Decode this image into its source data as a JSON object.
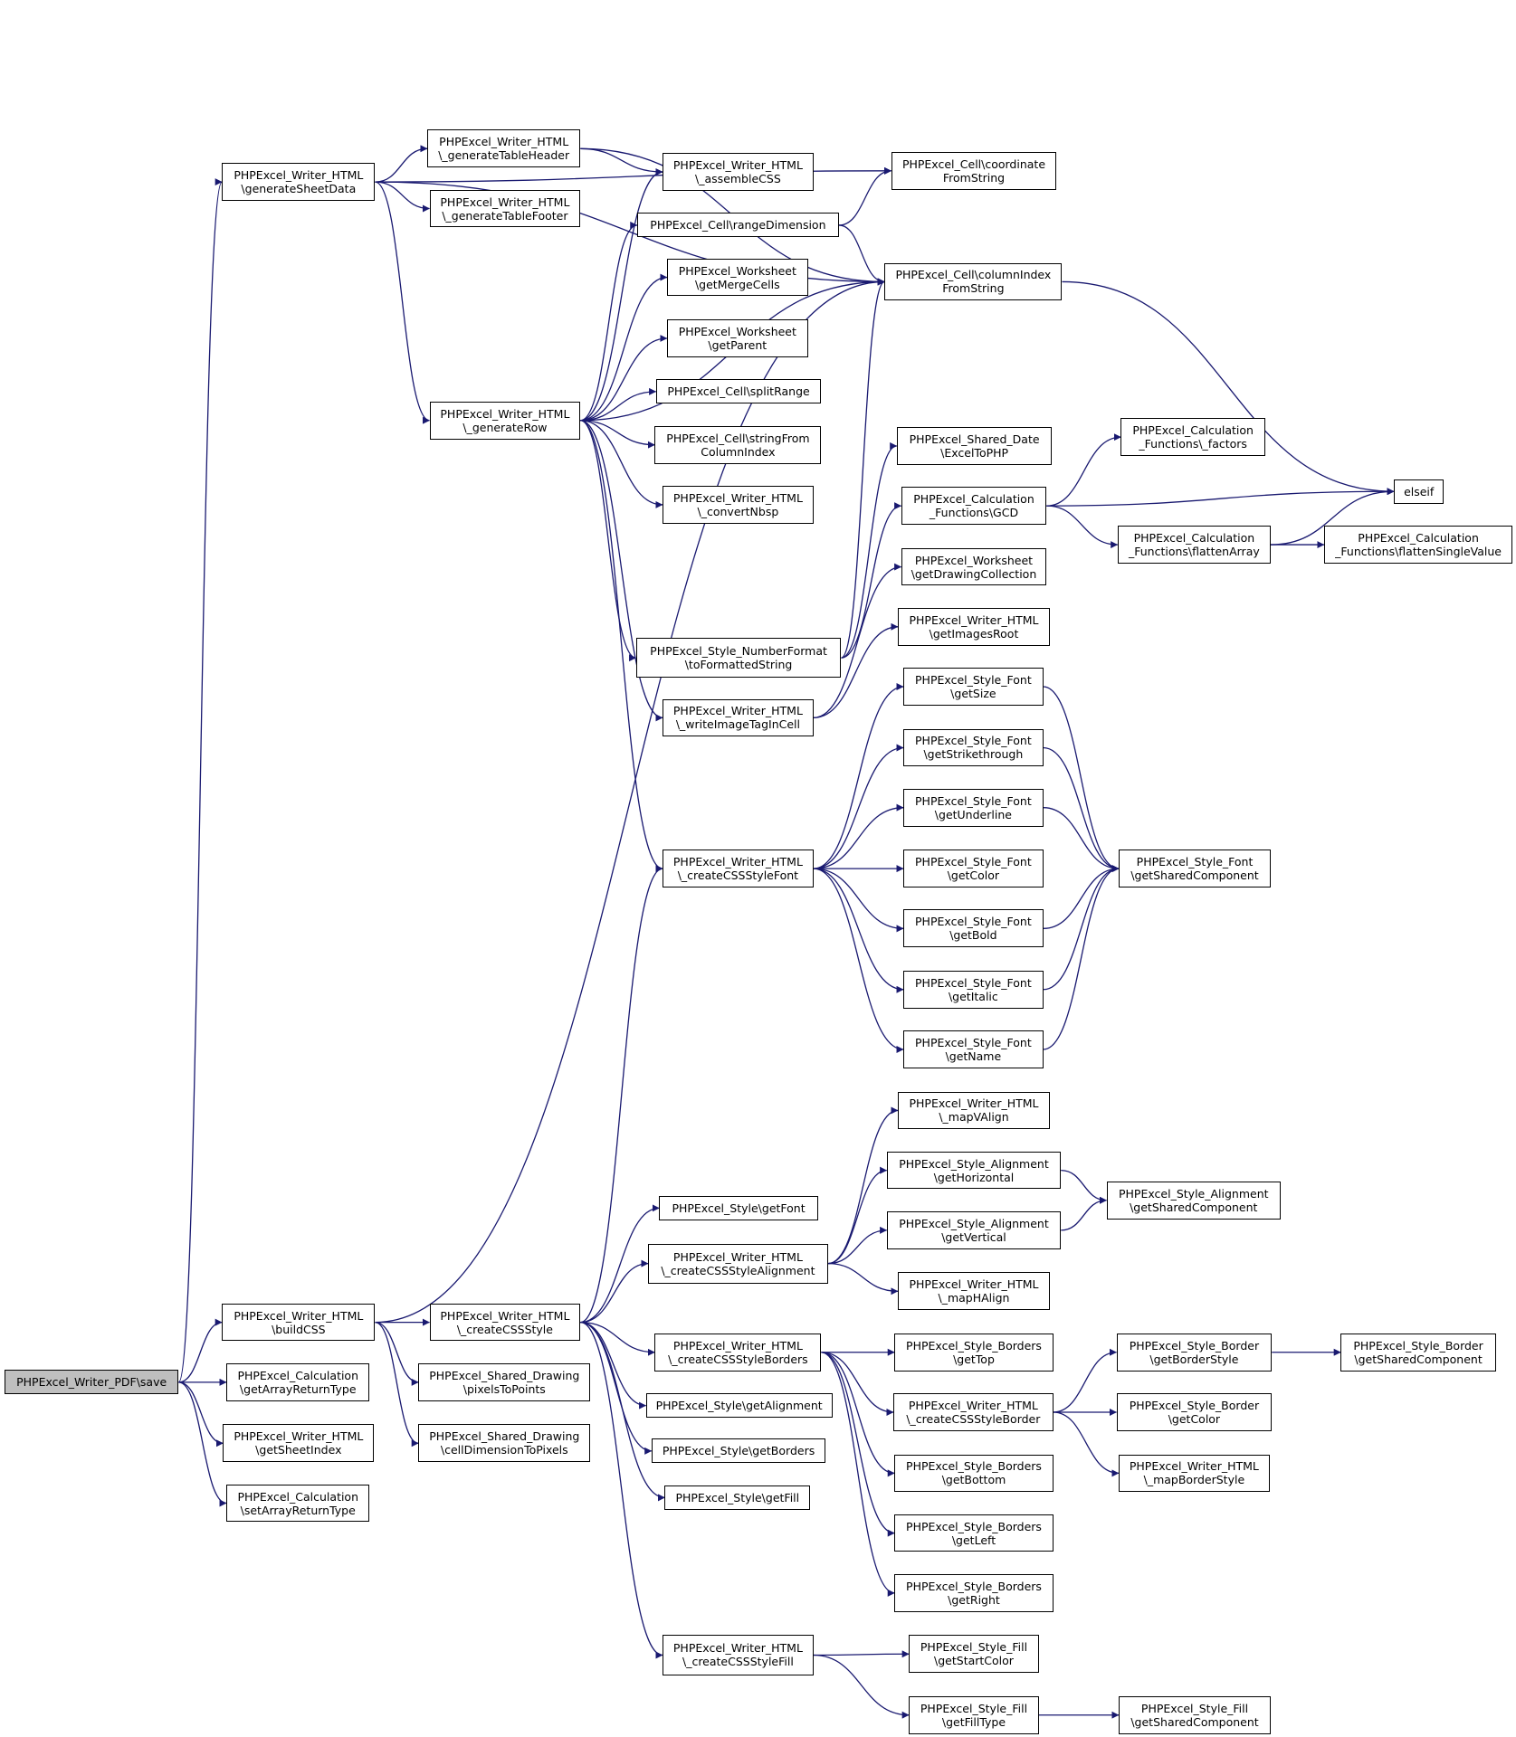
{
  "colors": {
    "edge": "#191970",
    "root_fill": "#bfbfbf",
    "node_border": "#000000"
  },
  "nodes": {
    "save": {
      "lines": [
        "PHPExcel_Writer_PDF\\save"
      ]
    },
    "generateSheetData": {
      "lines": [
        "PHPExcel_Writer_HTML",
        "\\generateSheetData"
      ]
    },
    "generateTableHeader": {
      "lines": [
        "PHPExcel_Writer_HTML",
        "\\_generateTableHeader"
      ]
    },
    "generateTableFooter": {
      "lines": [
        "PHPExcel_Writer_HTML",
        "\\_generateTableFooter"
      ]
    },
    "assembleCSS": {
      "lines": [
        "PHPExcel_Writer_HTML",
        "\\_assembleCSS"
      ]
    },
    "coordinateFromString": {
      "lines": [
        "PHPExcel_Cell\\coordinate",
        "FromString"
      ]
    },
    "rangeDimension": {
      "lines": [
        "PHPExcel_Cell\\rangeDimension"
      ]
    },
    "columnIndexFromString": {
      "lines": [
        "PHPExcel_Cell\\columnIndex",
        "FromString"
      ]
    },
    "getMergeCells": {
      "lines": [
        "PHPExcel_Worksheet",
        "\\getMergeCells"
      ]
    },
    "getParent": {
      "lines": [
        "PHPExcel_Worksheet",
        "\\getParent"
      ]
    },
    "generateRow": {
      "lines": [
        "PHPExcel_Writer_HTML",
        "\\_generateRow"
      ]
    },
    "splitRange": {
      "lines": [
        "PHPExcel_Cell\\splitRange"
      ]
    },
    "stringFromColumnIndex": {
      "lines": [
        "PHPExcel_Cell\\stringFrom",
        "ColumnIndex"
      ]
    },
    "convertNbsp": {
      "lines": [
        "PHPExcel_Writer_HTML",
        "\\_convertNbsp"
      ]
    },
    "excelToPHP": {
      "lines": [
        "PHPExcel_Shared_Date",
        "\\ExcelToPHP"
      ]
    },
    "factors": {
      "lines": [
        "PHPExcel_Calculation",
        "_Functions\\_factors"
      ]
    },
    "GCD": {
      "lines": [
        "PHPExcel_Calculation",
        "_Functions\\GCD"
      ]
    },
    "elseif": {
      "lines": [
        "elseif"
      ]
    },
    "flattenArray": {
      "lines": [
        "PHPExcel_Calculation",
        "_Functions\\flattenArray"
      ]
    },
    "flattenSingleValue": {
      "lines": [
        "PHPExcel_Calculation",
        "_Functions\\flattenSingleValue"
      ]
    },
    "getDrawingCollection": {
      "lines": [
        "PHPExcel_Worksheet",
        "\\getDrawingCollection"
      ]
    },
    "toFormattedString": {
      "lines": [
        "PHPExcel_Style_NumberFormat",
        "\\toFormattedString"
      ]
    },
    "getImagesRoot": {
      "lines": [
        "PHPExcel_Writer_HTML",
        "\\getImagesRoot"
      ]
    },
    "writeImageTagInCell": {
      "lines": [
        "PHPExcel_Writer_HTML",
        "\\_writeImageTagInCell"
      ]
    },
    "fontGetSize": {
      "lines": [
        "PHPExcel_Style_Font",
        "\\getSize"
      ]
    },
    "fontGetStrikethrough": {
      "lines": [
        "PHPExcel_Style_Font",
        "\\getStrikethrough"
      ]
    },
    "fontGetUnderline": {
      "lines": [
        "PHPExcel_Style_Font",
        "\\getUnderline"
      ]
    },
    "createCSSStyleFont": {
      "lines": [
        "PHPExcel_Writer_HTML",
        "\\_createCSSStyleFont"
      ]
    },
    "fontGetColor": {
      "lines": [
        "PHPExcel_Style_Font",
        "\\getColor"
      ]
    },
    "fontGetSharedComponent": {
      "lines": [
        "PHPExcel_Style_Font",
        "\\getSharedComponent"
      ]
    },
    "fontGetBold": {
      "lines": [
        "PHPExcel_Style_Font",
        "\\getBold"
      ]
    },
    "fontGetItalic": {
      "lines": [
        "PHPExcel_Style_Font",
        "\\getItalic"
      ]
    },
    "fontGetName": {
      "lines": [
        "PHPExcel_Style_Font",
        "\\getName"
      ]
    },
    "mapVAlign": {
      "lines": [
        "PHPExcel_Writer_HTML",
        "\\_mapVAlign"
      ]
    },
    "alignGetHorizontal": {
      "lines": [
        "PHPExcel_Style_Alignment",
        "\\getHorizontal"
      ]
    },
    "alignGetSharedComponent": {
      "lines": [
        "PHPExcel_Style_Alignment",
        "\\getSharedComponent"
      ]
    },
    "styleGetFont": {
      "lines": [
        "PHPExcel_Style\\getFont"
      ]
    },
    "alignGetVertical": {
      "lines": [
        "PHPExcel_Style_Alignment",
        "\\getVertical"
      ]
    },
    "createCSSStyleAlignment": {
      "lines": [
        "PHPExcel_Writer_HTML",
        "\\_createCSSStyleAlignment"
      ]
    },
    "mapHAlign": {
      "lines": [
        "PHPExcel_Writer_HTML",
        "\\_mapHAlign"
      ]
    },
    "buildCSS": {
      "lines": [
        "PHPExcel_Writer_HTML",
        "\\buildCSS"
      ]
    },
    "createCSSStyle": {
      "lines": [
        "PHPExcel_Writer_HTML",
        "\\_createCSSStyle"
      ]
    },
    "createCSSStyleBorders": {
      "lines": [
        "PHPExcel_Writer_HTML",
        "\\_createCSSStyleBorders"
      ]
    },
    "bordersGetTop": {
      "lines": [
        "PHPExcel_Style_Borders",
        "\\getTop"
      ]
    },
    "borderGetBorderStyle": {
      "lines": [
        "PHPExcel_Style_Border",
        "\\getBorderStyle"
      ]
    },
    "borderGetSharedComponent": {
      "lines": [
        "PHPExcel_Style_Border",
        "\\getSharedComponent"
      ]
    },
    "getArrayReturnType": {
      "lines": [
        "PHPExcel_Calculation",
        "\\getArrayReturnType"
      ]
    },
    "pixelsToPoints": {
      "lines": [
        "PHPExcel_Shared_Drawing",
        "\\pixelsToPoints"
      ]
    },
    "styleGetAlignment": {
      "lines": [
        "PHPExcel_Style\\getAlignment"
      ]
    },
    "createCSSStyleBorder": {
      "lines": [
        "PHPExcel_Writer_HTML",
        "\\_createCSSStyleBorder"
      ]
    },
    "borderGetColor": {
      "lines": [
        "PHPExcel_Style_Border",
        "\\getColor"
      ]
    },
    "getSheetIndex": {
      "lines": [
        "PHPExcel_Writer_HTML",
        "\\getSheetIndex"
      ]
    },
    "cellDimensionToPixels": {
      "lines": [
        "PHPExcel_Shared_Drawing",
        "\\cellDimensionToPixels"
      ]
    },
    "styleGetBorders": {
      "lines": [
        "PHPExcel_Style\\getBorders"
      ]
    },
    "bordersGetBottom": {
      "lines": [
        "PHPExcel_Style_Borders",
        "\\getBottom"
      ]
    },
    "mapBorderStyle": {
      "lines": [
        "PHPExcel_Writer_HTML",
        "\\_mapBorderStyle"
      ]
    },
    "setArrayReturnType": {
      "lines": [
        "PHPExcel_Calculation",
        "\\setArrayReturnType"
      ]
    },
    "styleGetFill": {
      "lines": [
        "PHPExcel_Style\\getFill"
      ]
    },
    "bordersGetLeft": {
      "lines": [
        "PHPExcel_Style_Borders",
        "\\getLeft"
      ]
    },
    "bordersGetRight": {
      "lines": [
        "PHPExcel_Style_Borders",
        "\\getRight"
      ]
    },
    "createCSSStyleFill": {
      "lines": [
        "PHPExcel_Writer_HTML",
        "\\_createCSSStyleFill"
      ]
    },
    "fillGetStartColor": {
      "lines": [
        "PHPExcel_Style_Fill",
        "\\getStartColor"
      ]
    },
    "fillGetFillType": {
      "lines": [
        "PHPExcel_Style_Fill",
        "\\getFillType"
      ]
    },
    "fillGetSharedComponent": {
      "lines": [
        "PHPExcel_Style_Fill",
        "\\getSharedComponent"
      ]
    }
  },
  "edges": [
    [
      "save",
      "generateSheetData"
    ],
    [
      "save",
      "buildCSS"
    ],
    [
      "save",
      "getArrayReturnType"
    ],
    [
      "save",
      "getSheetIndex"
    ],
    [
      "save",
      "setArrayReturnType"
    ],
    [
      "generateSheetData",
      "generateTableHeader"
    ],
    [
      "generateSheetData",
      "generateTableFooter"
    ],
    [
      "generateSheetData",
      "generateRow"
    ],
    [
      "generateSheetData",
      "coordinateFromString"
    ],
    [
      "generateSheetData",
      "columnIndexFromString"
    ],
    [
      "generateTableHeader",
      "assembleCSS"
    ],
    [
      "generateTableHeader",
      "columnIndexFromString"
    ],
    [
      "rangeDimension",
      "coordinateFromString"
    ],
    [
      "rangeDimension",
      "columnIndexFromString"
    ],
    [
      "generateRow",
      "assembleCSS"
    ],
    [
      "generateRow",
      "rangeDimension"
    ],
    [
      "generateRow",
      "getMergeCells"
    ],
    [
      "generateRow",
      "getParent"
    ],
    [
      "generateRow",
      "splitRange"
    ],
    [
      "generateRow",
      "stringFromColumnIndex"
    ],
    [
      "generateRow",
      "convertNbsp"
    ],
    [
      "generateRow",
      "columnIndexFromString"
    ],
    [
      "generateRow",
      "toFormattedString"
    ],
    [
      "generateRow",
      "writeImageTagInCell"
    ],
    [
      "generateRow",
      "createCSSStyleFont"
    ],
    [
      "columnIndexFromString",
      "elseif"
    ],
    [
      "GCD",
      "factors"
    ],
    [
      "GCD",
      "elseif"
    ],
    [
      "GCD",
      "flattenArray"
    ],
    [
      "flattenArray",
      "elseif"
    ],
    [
      "flattenArray",
      "flattenSingleValue"
    ],
    [
      "toFormattedString",
      "excelToPHP"
    ],
    [
      "toFormattedString",
      "GCD"
    ],
    [
      "toFormattedString",
      "columnIndexFromString"
    ],
    [
      "writeImageTagInCell",
      "getDrawingCollection"
    ],
    [
      "writeImageTagInCell",
      "getImagesRoot"
    ],
    [
      "createCSSStyleFont",
      "fontGetSize"
    ],
    [
      "createCSSStyleFont",
      "fontGetStrikethrough"
    ],
    [
      "createCSSStyleFont",
      "fontGetUnderline"
    ],
    [
      "createCSSStyleFont",
      "fontGetColor"
    ],
    [
      "createCSSStyleFont",
      "fontGetBold"
    ],
    [
      "createCSSStyleFont",
      "fontGetItalic"
    ],
    [
      "createCSSStyleFont",
      "fontGetName"
    ],
    [
      "fontGetSize",
      "fontGetSharedComponent"
    ],
    [
      "fontGetStrikethrough",
      "fontGetSharedComponent"
    ],
    [
      "fontGetUnderline",
      "fontGetSharedComponent"
    ],
    [
      "fontGetBold",
      "fontGetSharedComponent"
    ],
    [
      "fontGetItalic",
      "fontGetSharedComponent"
    ],
    [
      "fontGetName",
      "fontGetSharedComponent"
    ],
    [
      "buildCSS",
      "columnIndexFromString"
    ],
    [
      "buildCSS",
      "createCSSStyle"
    ],
    [
      "buildCSS",
      "pixelsToPoints"
    ],
    [
      "buildCSS",
      "cellDimensionToPixels"
    ],
    [
      "createCSSStyle",
      "createCSSStyleFont"
    ],
    [
      "createCSSStyle",
      "styleGetFont"
    ],
    [
      "createCSSStyle",
      "createCSSStyleAlignment"
    ],
    [
      "createCSSStyle",
      "createCSSStyleBorders"
    ],
    [
      "createCSSStyle",
      "styleGetAlignment"
    ],
    [
      "createCSSStyle",
      "styleGetBorders"
    ],
    [
      "createCSSStyle",
      "styleGetFill"
    ],
    [
      "createCSSStyle",
      "createCSSStyleFill"
    ],
    [
      "createCSSStyleAlignment",
      "mapVAlign"
    ],
    [
      "createCSSStyleAlignment",
      "alignGetHorizontal"
    ],
    [
      "createCSSStyleAlignment",
      "alignGetVertical"
    ],
    [
      "createCSSStyleAlignment",
      "mapHAlign"
    ],
    [
      "alignGetHorizontal",
      "alignGetSharedComponent"
    ],
    [
      "alignGetVertical",
      "alignGetSharedComponent"
    ],
    [
      "createCSSStyleBorders",
      "bordersGetTop"
    ],
    [
      "createCSSStyleBorders",
      "createCSSStyleBorder"
    ],
    [
      "createCSSStyleBorders",
      "bordersGetBottom"
    ],
    [
      "createCSSStyleBorders",
      "bordersGetLeft"
    ],
    [
      "createCSSStyleBorders",
      "bordersGetRight"
    ],
    [
      "createCSSStyleBorder",
      "borderGetBorderStyle"
    ],
    [
      "createCSSStyleBorder",
      "borderGetColor"
    ],
    [
      "createCSSStyleBorder",
      "mapBorderStyle"
    ],
    [
      "borderGetBorderStyle",
      "borderGetSharedComponent"
    ],
    [
      "createCSSStyleFill",
      "fillGetStartColor"
    ],
    [
      "createCSSStyleFill",
      "fillGetFillType"
    ],
    [
      "fillGetFillType",
      "fillGetSharedComponent"
    ]
  ]
}
